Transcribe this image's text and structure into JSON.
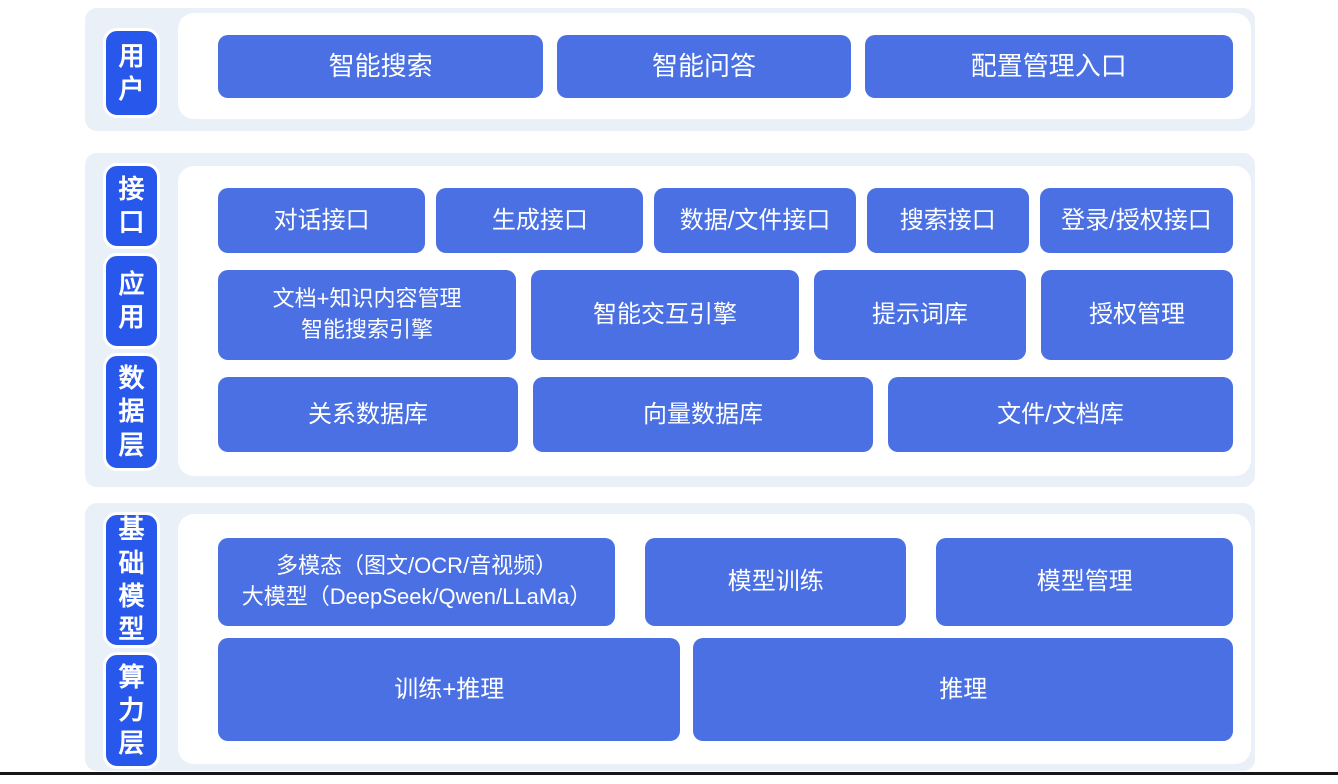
{
  "colors": {
    "badge_blue": "#2857EB",
    "button_blue": "#4A70E3",
    "section_bg": "#EAF0F8",
    "inner_panel_bg": "#FFFFFF",
    "page_bg": "#FFFFFF",
    "bottom_divider": "#161616",
    "text": "#FFFFFF"
  },
  "sections": [
    {
      "id": "user-layer",
      "badges": [
        {
          "label": "用\n户"
        }
      ],
      "rows": [
        {
          "buttons": [
            {
              "label": "智能搜索"
            },
            {
              "label": "智能问答"
            },
            {
              "label": "配置管理入口"
            }
          ]
        }
      ]
    },
    {
      "id": "interface-application-data-layer",
      "badges": [
        {
          "label": "接\n口"
        },
        {
          "label": "应\n用"
        },
        {
          "label": "数\n据\n层"
        }
      ],
      "rows": [
        {
          "buttons": [
            {
              "label": "对话接口"
            },
            {
              "label": "生成接口"
            },
            {
              "label": "数据/文件接口"
            },
            {
              "label": "搜索接口"
            },
            {
              "label": "登录/授权接口"
            }
          ]
        },
        {
          "buttons": [
            {
              "label": "文档+知识内容管理\n智能搜索引擎"
            },
            {
              "label": "智能交互引擎"
            },
            {
              "label": "提示词库"
            },
            {
              "label": "授权管理"
            }
          ]
        },
        {
          "buttons": [
            {
              "label": "关系数据库"
            },
            {
              "label": "向量数据库"
            },
            {
              "label": "文件/文档库"
            }
          ]
        }
      ]
    },
    {
      "id": "foundation-model-compute-layer",
      "badges": [
        {
          "label": "基\n础\n模\n型"
        },
        {
          "label": "算\n力\n层"
        }
      ],
      "rows": [
        {
          "buttons": [
            {
              "label": "多模态（图文/OCR/音视频）\n大模型（DeepSeek/Qwen/LLaMa）"
            },
            {
              "label": "模型训练"
            },
            {
              "label": "模型管理"
            }
          ]
        },
        {
          "buttons": [
            {
              "label": "训练+推理"
            },
            {
              "label": "推理"
            }
          ]
        }
      ]
    }
  ]
}
